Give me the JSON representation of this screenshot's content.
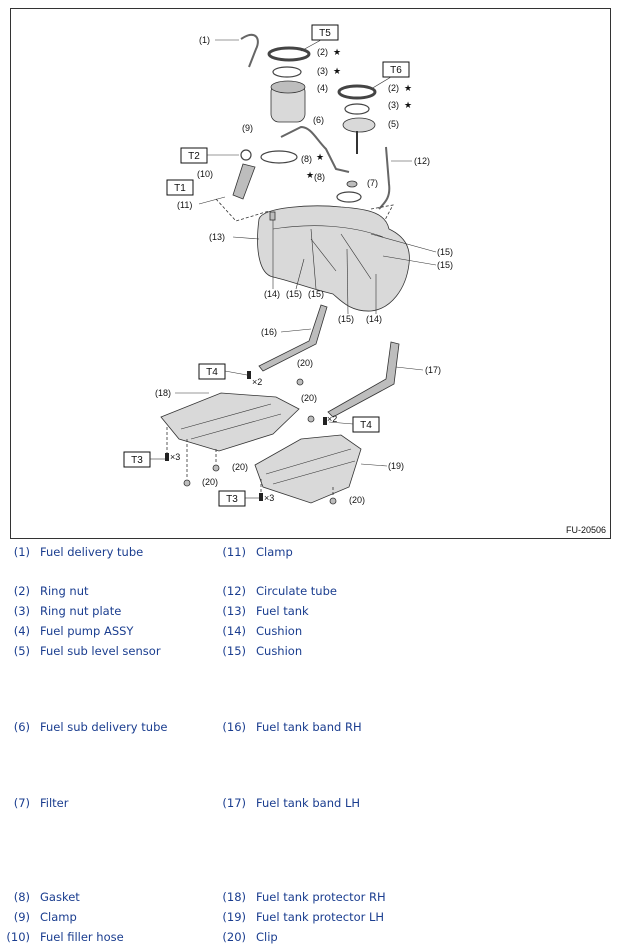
{
  "figure": {
    "id": "FU-20506",
    "torque_boxes": [
      "T1",
      "T2",
      "T4",
      "T4",
      "T3",
      "T3",
      "T5",
      "T6"
    ],
    "callouts": {
      "c1": "(1)",
      "c2a": "(2)",
      "c3a": "(3)",
      "c4": "(4)",
      "c2b": "(2)",
      "c3b": "(3)",
      "c5": "(5)",
      "c6": "(6)",
      "c7": "(7)",
      "c8a": "(8)",
      "c8b": "(8)",
      "c9": "(9)",
      "c10": "(10)",
      "c11": "(11)",
      "c12": "(12)",
      "c13": "(13)",
      "c14a": "(14)",
      "c14b": "(14)",
      "c15a": "(15)",
      "c15b": "(15)",
      "c15c": "(15)",
      "c15d": "(15)",
      "c15e": "(15)",
      "c16": "(16)",
      "c17": "(17)",
      "c18": "(18)",
      "c19": "(19)",
      "c20a": "(20)",
      "c20b": "(20)",
      "c20c": "(20)",
      "c20d": "(20)",
      "c20e": "(20)"
    },
    "star": "★",
    "qty": {
      "x2a": "×2",
      "x2b": "×2",
      "x3a": "×3",
      "x3b": "×3"
    }
  },
  "legend": [
    {
      "num": "(1)",
      "name": "Fuel delivery tube"
    },
    {
      "num": "(2)",
      "name": "Ring nut"
    },
    {
      "num": "(3)",
      "name": "Ring nut plate"
    },
    {
      "num": "(4)",
      "name": "Fuel pump ASSY"
    },
    {
      "num": "(5)",
      "name": "Fuel sub level sensor"
    },
    {
      "num": "(6)",
      "name": "Fuel sub delivery tube"
    },
    {
      "num": "(7)",
      "name": "Filter"
    },
    {
      "num": "(8)",
      "name": "Gasket"
    },
    {
      "num": "(9)",
      "name": "Clamp"
    },
    {
      "num": "(10)",
      "name": "Fuel filler hose"
    },
    {
      "num": "(11)",
      "name": "Clamp"
    },
    {
      "num": "(12)",
      "name": "Circulate tube"
    },
    {
      "num": "(13)",
      "name": "Fuel tank"
    },
    {
      "num": "(14)",
      "name": "Cushion"
    },
    {
      "num": "(15)",
      "name": "Cushion"
    },
    {
      "num": "(16)",
      "name": "Fuel tank band RH"
    },
    {
      "num": "(17)",
      "name": "Fuel tank band LH"
    },
    {
      "num": "(18)",
      "name": "Fuel tank protector RH"
    },
    {
      "num": "(19)",
      "name": "Fuel tank protector LH"
    },
    {
      "num": "(20)",
      "name": "Clip"
    }
  ]
}
